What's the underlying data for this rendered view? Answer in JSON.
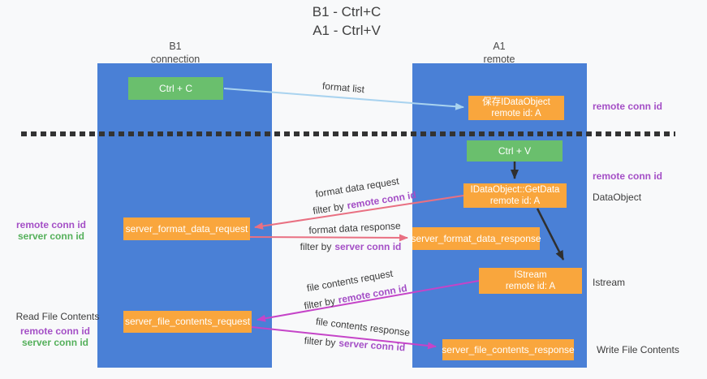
{
  "title": {
    "line1": "B1 - Ctrl+C",
    "line2": "A1 - Ctrl+V"
  },
  "lanes": {
    "left": {
      "title": "B1",
      "subtitle": "connection"
    },
    "right": {
      "title": "A1",
      "subtitle": "remote"
    }
  },
  "nodes": {
    "ctrl_c": {
      "label": "Ctrl + C"
    },
    "save_dataobject": {
      "line1": "保存IDataObject",
      "line2": "remote id: A"
    },
    "ctrl_v": {
      "label": "Ctrl + V"
    },
    "getdata": {
      "line1": "IDataObject::GetData",
      "line2": "remote id: A"
    },
    "server_format_data_request": {
      "label": "server_format_data_request"
    },
    "server_format_data_response": {
      "label": "server_format_data_response"
    },
    "istream": {
      "line1": "IStream",
      "line2": "remote id: A"
    },
    "server_file_contents_request": {
      "label": "server_file_contents_request"
    },
    "server_file_contents_response": {
      "label": "server_file_contents_response"
    }
  },
  "edge_labels": {
    "format_list": "format list",
    "format_data_request": "format data request",
    "format_data_request_filter_prefix": "filter by",
    "format_data_request_filter_key": "remote conn id",
    "format_data_response": "format data response",
    "format_data_response_filter_prefix": "filter by",
    "format_data_response_filter_key": "server conn id",
    "file_contents_request": "file contents request",
    "file_contents_request_filter_prefix": "filter by",
    "file_contents_request_filter_key": "remote conn id",
    "file_contents_response": "file contents response",
    "file_contents_response_filter_prefix": "filter by",
    "file_contents_response_filter_key": "server conn id"
  },
  "side_labels": {
    "right_remote_conn_id_top": "remote conn id",
    "right_remote_conn_id_mid": "remote conn id",
    "dataobject": "DataObject",
    "istream": "Istream",
    "write_file_contents": "Write File Contents",
    "left_remote_conn_id_top": "remote conn id",
    "left_server_conn_id_top": "server conn id",
    "read_file_contents": "Read File Contents",
    "left_remote_conn_id_bottom": "remote conn id",
    "left_server_conn_id_bottom": "server conn id"
  },
  "colors": {
    "lane_blue": "#4a80d6",
    "node_green": "#6abf6d",
    "node_orange": "#f9a63d",
    "arrow_light_blue": "#a9d3ef",
    "arrow_red": "#e97082",
    "arrow_magenta": "#c544c8",
    "arrow_black": "#2f2f2f",
    "text_purple": "#a44fc6",
    "text_green": "#55b05b",
    "background": "#f8f9fa"
  }
}
